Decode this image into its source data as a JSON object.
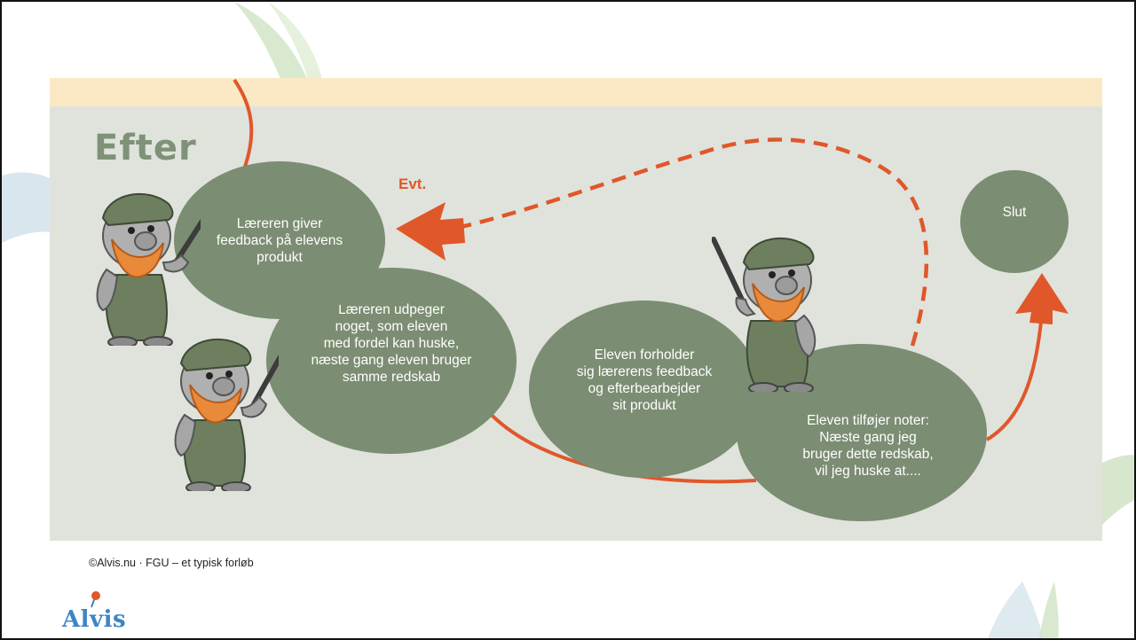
{
  "slide": {
    "title": "Efter",
    "evt_label": "Evt.",
    "bubbles": {
      "feedback": "Læreren giver\nfeedback på elevens\nprodukt",
      "point_out": "Læreren udpeger\nnoget, som eleven\nmed fordel kan huske,\nnæste gang eleven bruger\nsamme redskab",
      "respond": "Eleven forholder\nsig lærerens feedback\nog efterbearbejder\nsit produkt",
      "notes": "Eleven tilføjer noter:\nNæste gang jeg\nbruger dette redskab,\nvil jeg huske at....",
      "end": "Slut"
    },
    "footer": "©Alvis.nu · FGU – et typisk forløb",
    "logo": "Alvis"
  },
  "colors": {
    "bubble": "#7b8d72",
    "panel": "#dfe3dc",
    "panel_top": "#fbe9c6",
    "arrow": "#e0572a",
    "title": "#7f9278",
    "logo": "#3f84c6"
  },
  "icons": {
    "mascot": "dwarf-with-pointer-icon",
    "arrows": [
      "arrow-left-icon",
      "arrow-up-icon"
    ]
  }
}
